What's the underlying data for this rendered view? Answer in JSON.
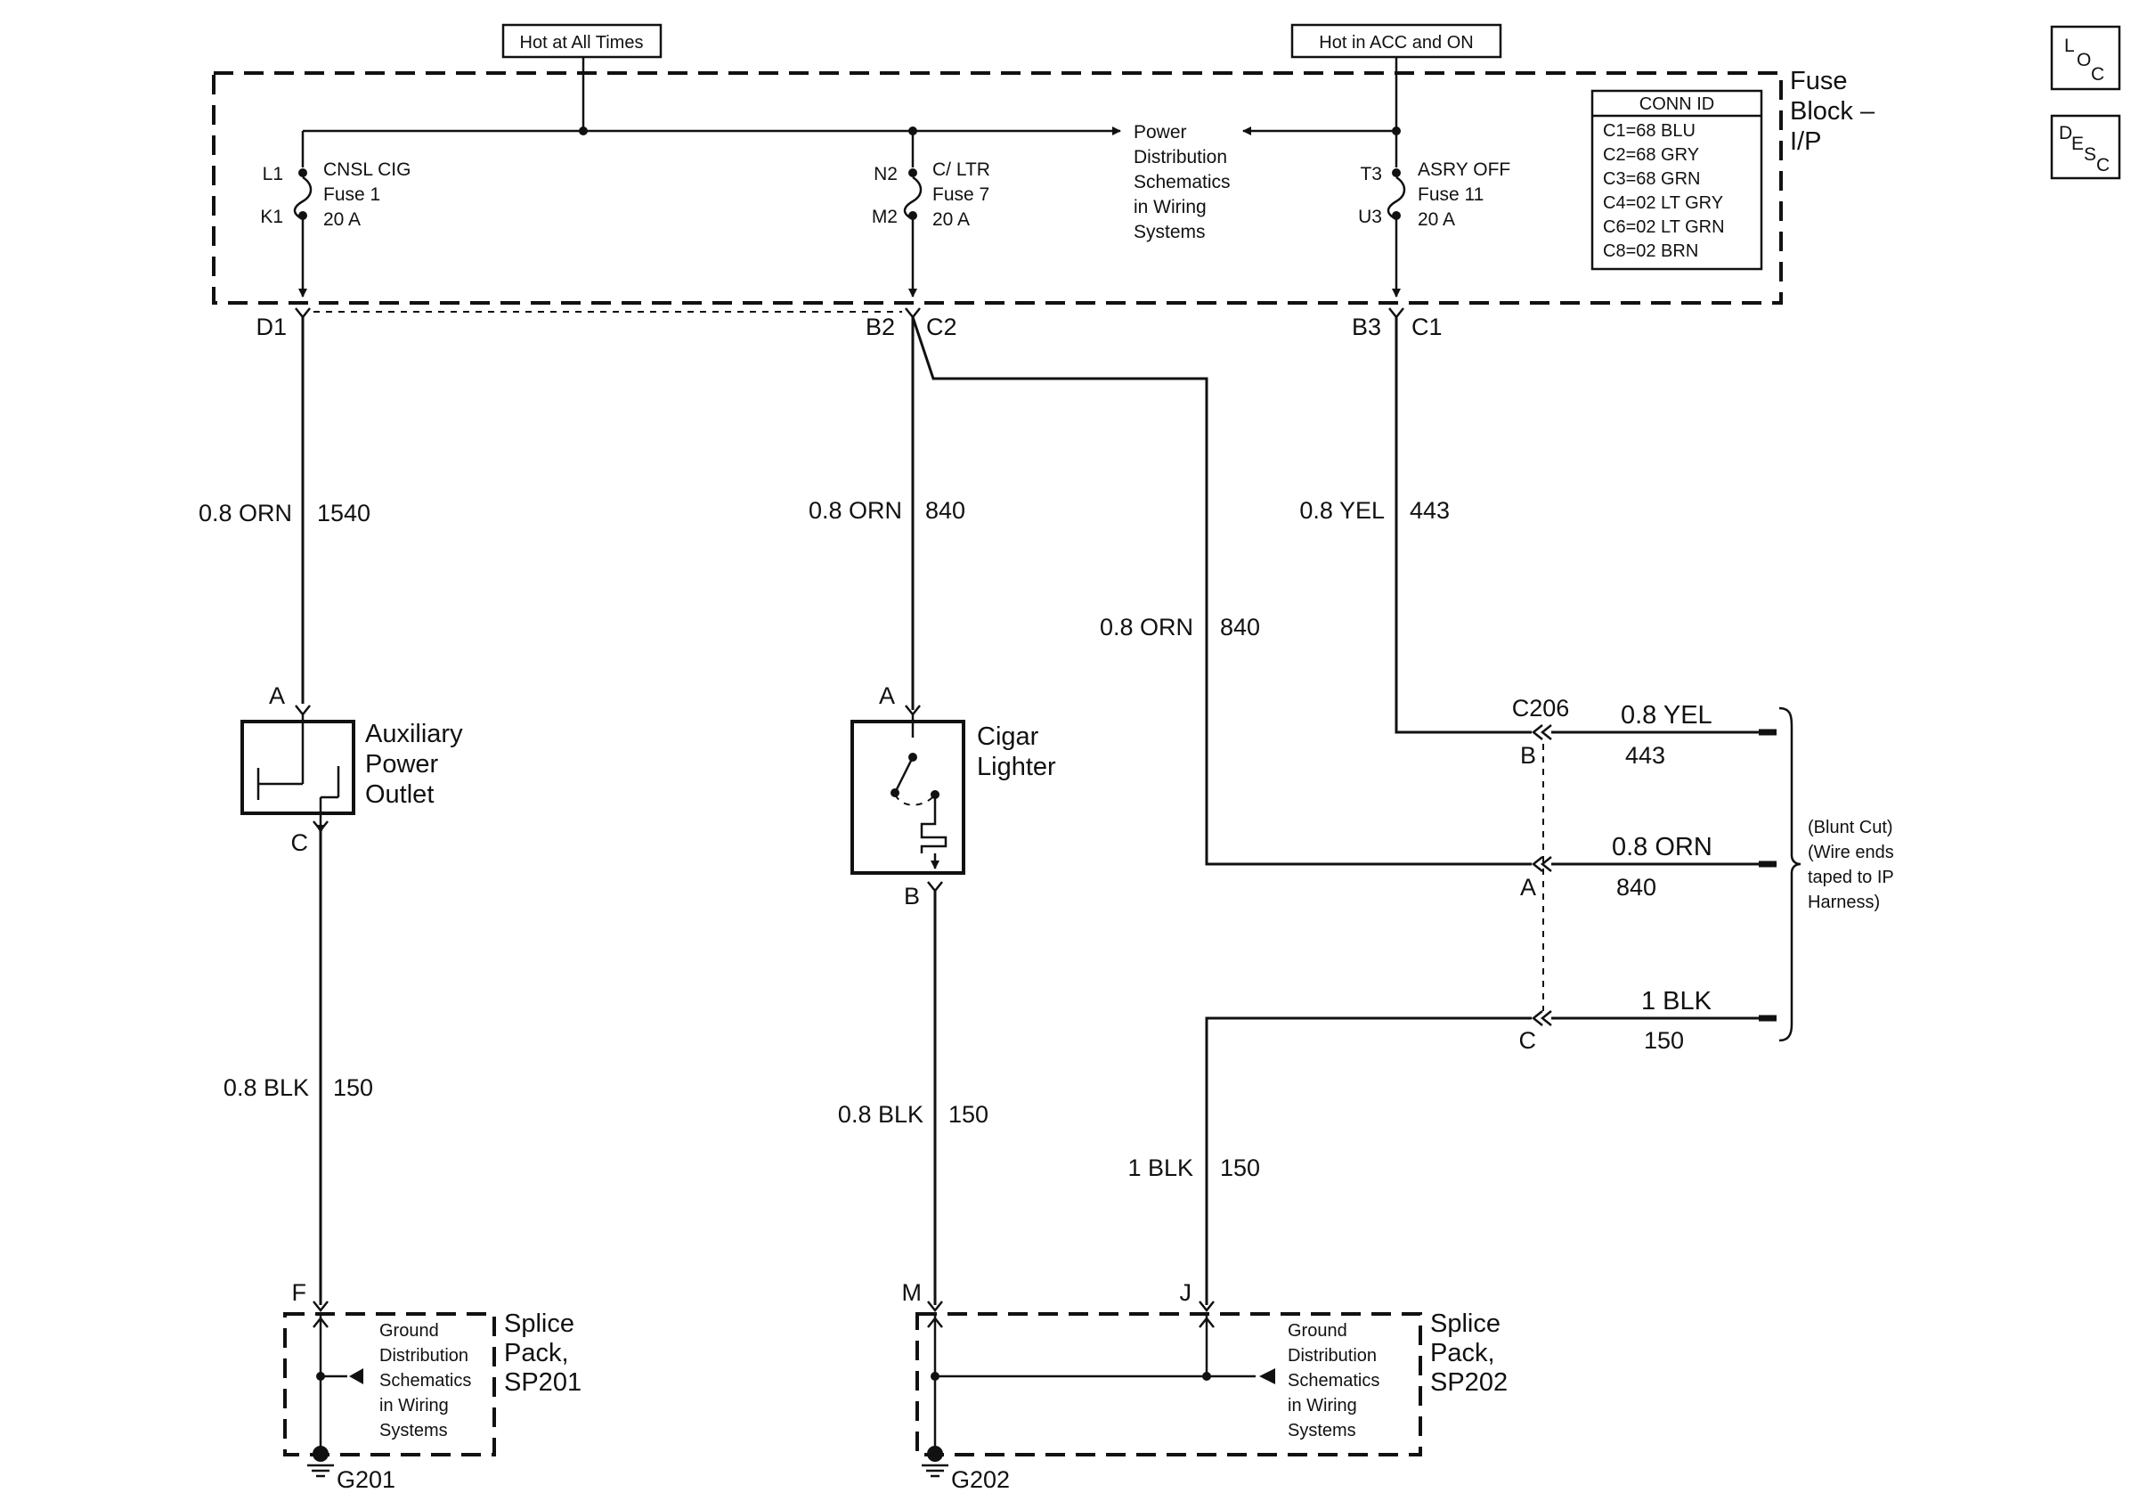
{
  "headers": {
    "hot_all_times": "Hot at All Times",
    "hot_acc_on": "Hot in ACC and ON"
  },
  "fuse_block": {
    "title_line1": "Fuse",
    "title_line2": "Block –",
    "title_line3": "I/P",
    "power_dist": [
      "Power",
      "Distribution",
      "Schematics",
      "in Wiring",
      "Systems"
    ],
    "fuses": [
      {
        "pin_top": "L1",
        "pin_bottom": "K1",
        "name": "CNSL CIG",
        "fuse": "Fuse 1",
        "rating": "20 A"
      },
      {
        "pin_top": "N2",
        "pin_bottom": "M2",
        "name": "C/ LTR",
        "fuse": "Fuse 7",
        "rating": "20 A"
      },
      {
        "pin_top": "T3",
        "pin_bottom": "U3",
        "name": "ASRY OFF",
        "fuse": "Fuse 11",
        "rating": "20 A"
      }
    ],
    "conn_id": {
      "title": "CONN ID",
      "rows": [
        "C1=68 BLU",
        "C2=68 GRY",
        "C3=68 GRN",
        "C4=02 LT GRY",
        "C6=02 LT GRN",
        "C8=02 BRN"
      ]
    },
    "outputs": {
      "d1": "D1",
      "b2": "B2",
      "c2": "C2",
      "b3": "B3",
      "c1": "C1"
    }
  },
  "nav": {
    "loc": [
      "L",
      "O",
      "C"
    ],
    "desc": [
      "D",
      "E",
      "S",
      "C"
    ]
  },
  "wires": {
    "w1540": {
      "gauge": "0.8 ORN",
      "circuit": "1540"
    },
    "w840a": {
      "gauge": "0.8 ORN",
      "circuit": "840"
    },
    "w840b": {
      "gauge": "0.8 ORN",
      "circuit": "840"
    },
    "w443": {
      "gauge": "0.8 YEL",
      "circuit": "443"
    },
    "w150a": {
      "gauge": "0.8 BLK",
      "circuit": "150"
    },
    "w150b": {
      "gauge": "0.8 BLK",
      "circuit": "150"
    },
    "w150c": {
      "gauge": "1 BLK",
      "circuit": "150"
    }
  },
  "aux_outlet": {
    "pin_a": "A",
    "pin_c": "C",
    "name": [
      "Auxiliary",
      "Power",
      "Outlet"
    ]
  },
  "cigar": {
    "pin_a": "A",
    "pin_b": "B",
    "name": [
      "Cigar",
      "Lighter"
    ]
  },
  "c206": {
    "name": "C206",
    "pins": [
      {
        "pin": "B",
        "gauge": "0.8 YEL",
        "circuit": "443"
      },
      {
        "pin": "A",
        "gauge": "0.8 ORN",
        "circuit": "840"
      },
      {
        "pin": "C",
        "gauge": "1 BLK",
        "circuit": "150"
      }
    ],
    "blunt_cut": [
      "(Blunt Cut)",
      "(Wire ends",
      "taped to IP",
      "Harness)"
    ]
  },
  "sp201": {
    "pin": "F",
    "name": [
      "Splice",
      "Pack,",
      "SP201"
    ],
    "ground_text": [
      "Ground",
      "Distribution",
      "Schematics",
      "in Wiring",
      "Systems"
    ],
    "ground": "G201"
  },
  "sp202": {
    "pin_m": "M",
    "pin_j": "J",
    "name": [
      "Splice",
      "Pack,",
      "SP202"
    ],
    "ground_text": [
      "Ground",
      "Distribution",
      "Schematics",
      "in Wiring",
      "Systems"
    ],
    "ground": "G202"
  }
}
